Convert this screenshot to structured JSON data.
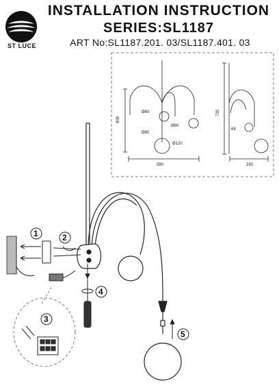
{
  "header": {
    "brand": "ST LUCE",
    "title": "INSTALLATION INSTRUCTION",
    "series": "SERIES:SL1187",
    "art_no": "ART No:SL1187.201. 03/SL1187.401. 03"
  },
  "dimensions": {
    "globe_small": "Ø60",
    "globe_small_2": "Ø80",
    "globe_small_3": "Ø80",
    "globe_large": "Ø120",
    "height_front": "808",
    "width_front": "580",
    "height_side": "735",
    "depth_side": "330",
    "offset_side": "68"
  },
  "steps": [
    "1",
    "2",
    "3",
    "4",
    "5"
  ]
}
